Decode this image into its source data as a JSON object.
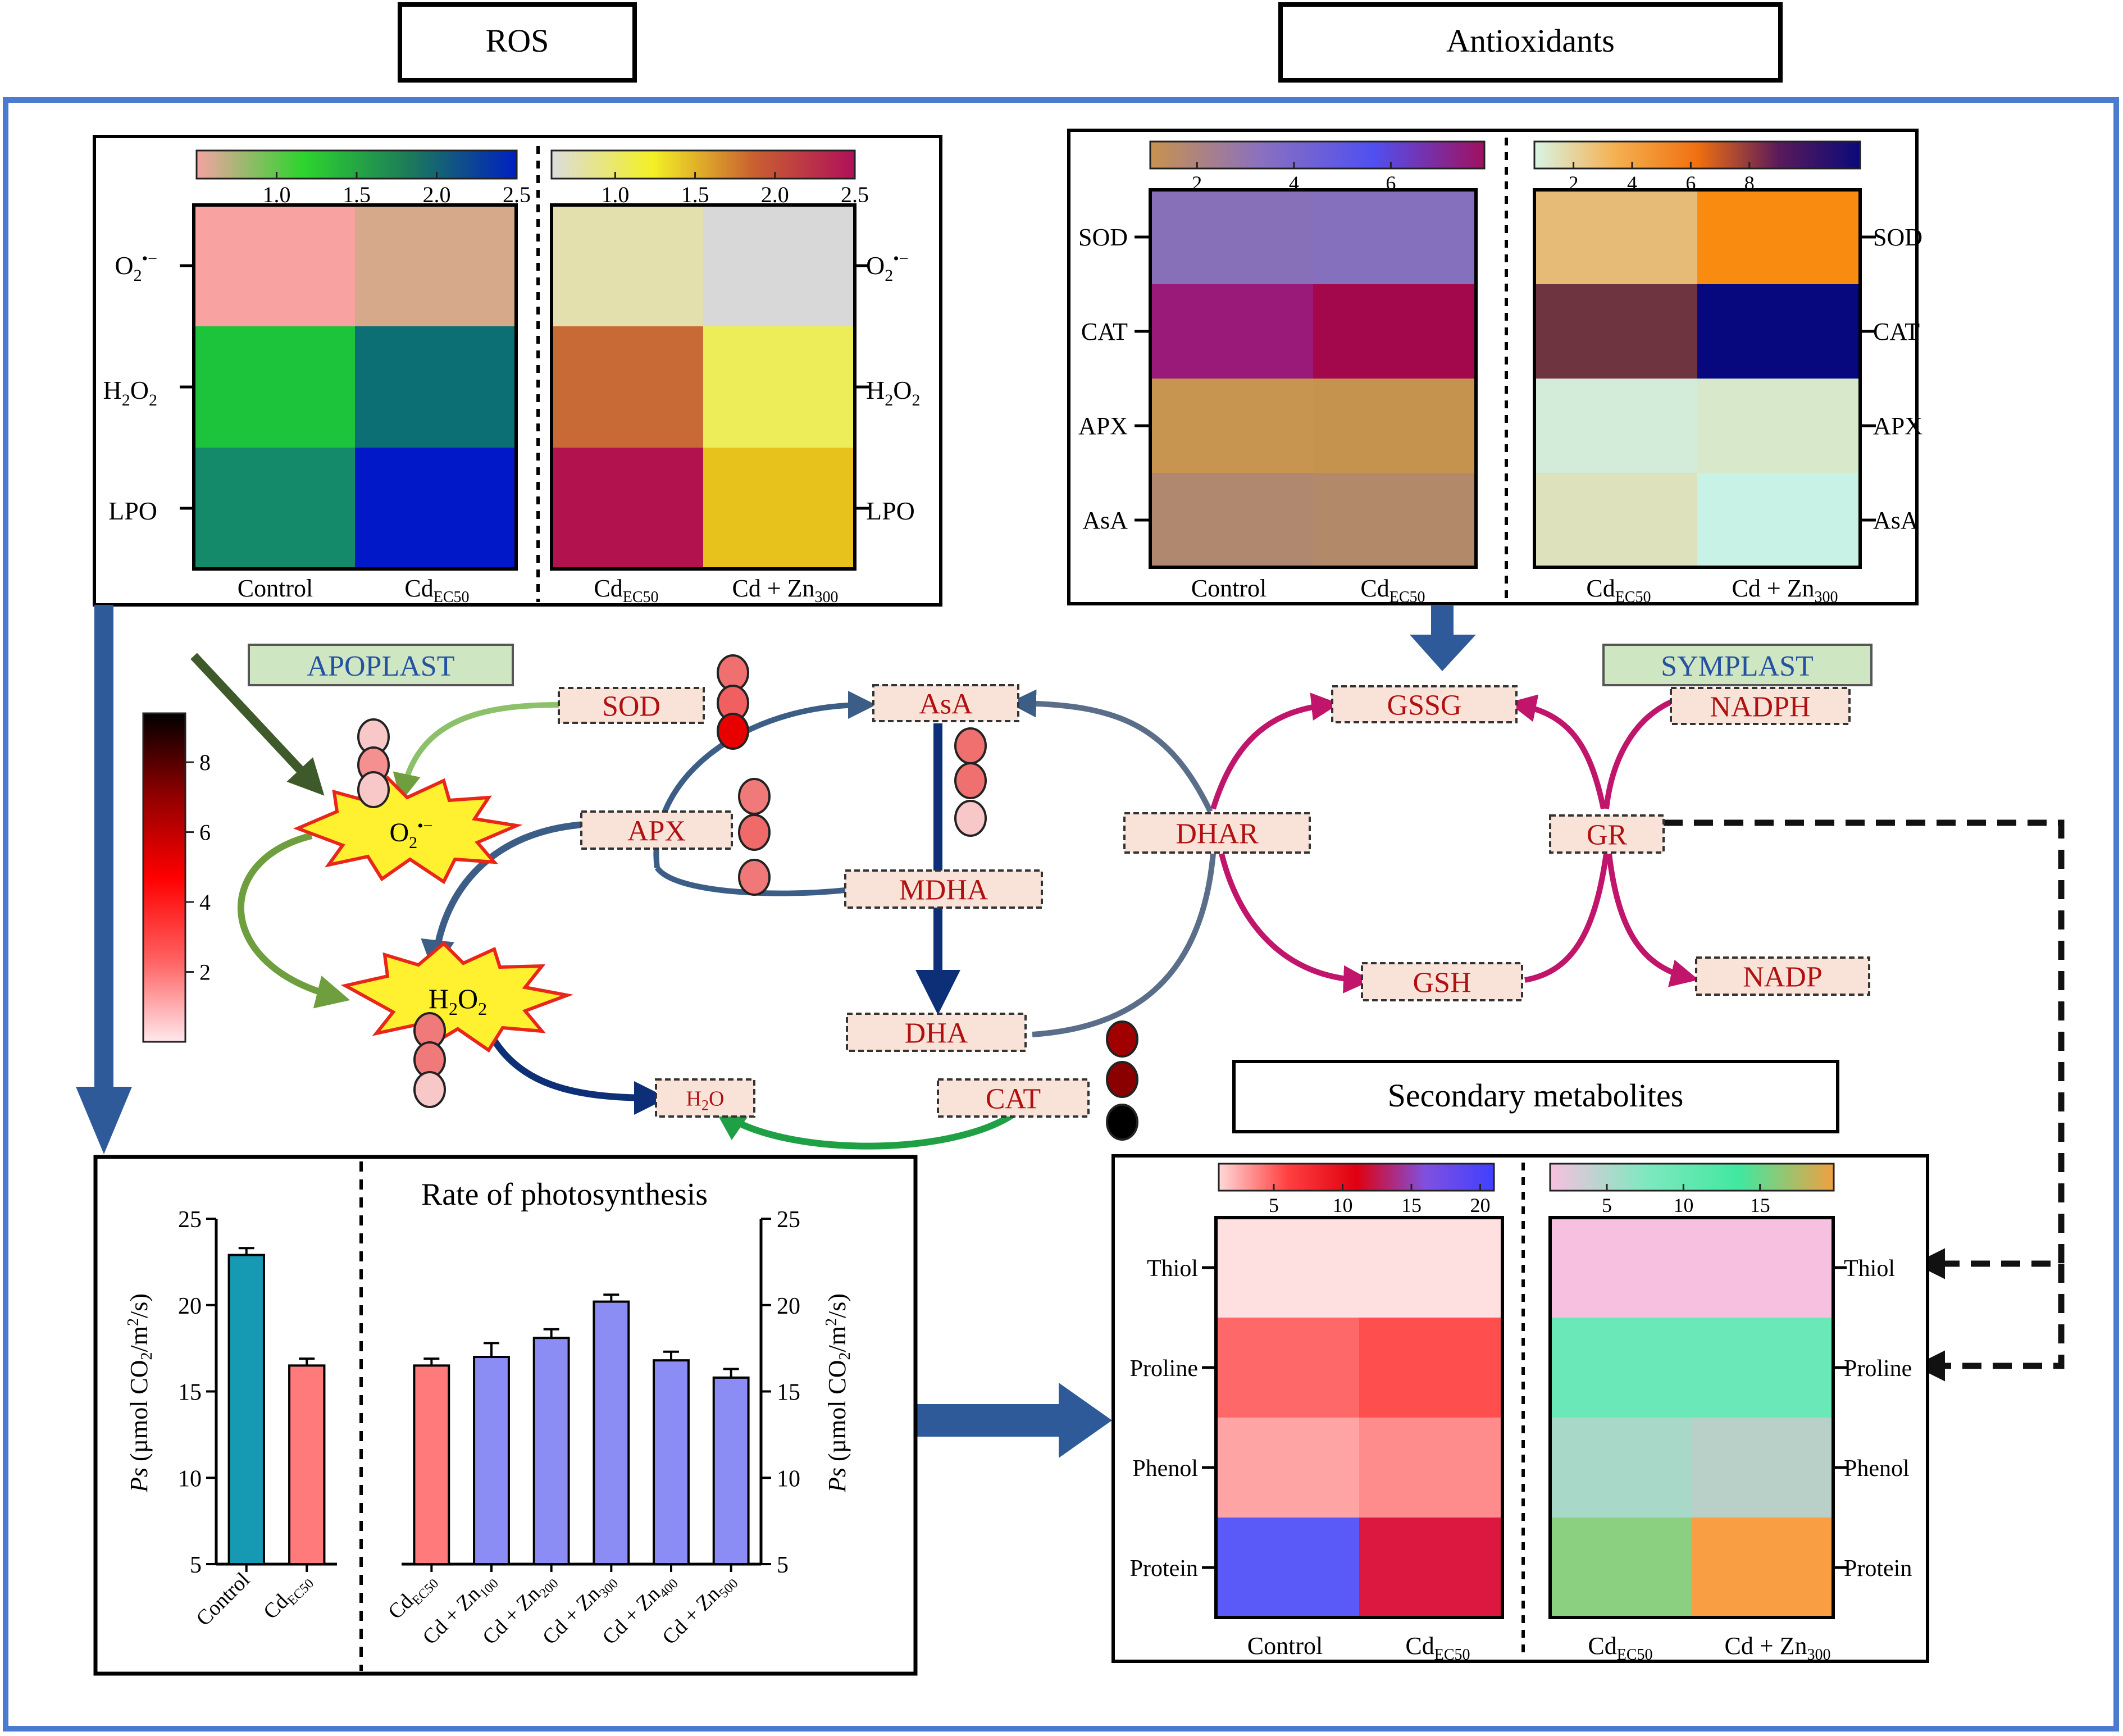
{
  "colors": {
    "frame_blue": "#4a7bd0",
    "arrow_blue": "#2f5a99",
    "enzyme_red": "#b01010",
    "enzyme_fill": "#f9e3d8",
    "region_fill": "#cfe6c3",
    "region_text": "#2452a0",
    "gr_pink": "#c0156a",
    "cycle_blue": "#3c5e86",
    "bar_teal": "#169ab3",
    "bar_salmon": "#ff7b7b",
    "bar_periwinkle": "#8c8cf5"
  },
  "headers": {
    "ros": "ROS",
    "antioxidants": "Antioxidants",
    "secondary": "Secondary metabolites"
  },
  "regions": {
    "apoplast": "APOPLAST",
    "symplast": "SYMPLAST"
  },
  "ros_panel": {
    "rows": [
      "O2•−",
      "H2O2",
      "LPO"
    ],
    "left_scale": {
      "ticks": [
        "1.0",
        "1.5",
        "2.0",
        "2.5"
      ],
      "colors": [
        "#f5a3a3",
        "#2dd42d",
        "#1c7a5a",
        "#0020c0"
      ]
    },
    "right_scale": {
      "ticks": [
        "1.0",
        "1.5",
        "2.0",
        "2.5"
      ],
      "colors": [
        "#dcdcdc",
        "#f3f025",
        "#c96030",
        "#b0105a"
      ]
    },
    "left_cols": [
      "Control",
      "CdEC50"
    ],
    "right_cols": [
      "CdEC50",
      "Cd + Zn300"
    ],
    "left_cells": [
      [
        "#f8a2a2",
        "#d5a98a"
      ],
      [
        "#1bc43a",
        "#0c6f73"
      ],
      [
        "#158a6a",
        "#0018c8"
      ]
    ],
    "right_cells": [
      [
        "#e3e0ae",
        "#d8d8d8"
      ],
      [
        "#c86a35",
        "#eded5a"
      ],
      [
        "#b2124e",
        "#e8c21c"
      ]
    ]
  },
  "antiox_panel": {
    "rows": [
      "SOD",
      "CAT",
      "APX",
      "AsA"
    ],
    "left_scale": {
      "ticks": [
        "2",
        "4",
        "6"
      ],
      "colors": [
        "#c8924e",
        "#8a70c0",
        "#5050f0",
        "#a01060"
      ]
    },
    "right_scale": {
      "ticks": [
        "2",
        "4",
        "6",
        "8"
      ],
      "colors": [
        "#d8f5e5",
        "#f5b050",
        "#f07010",
        "#5a1a5a",
        "#0a0a7a"
      ]
    },
    "left_cols": [
      "Control",
      "CdEC50"
    ],
    "right_cols": [
      "CdEC50",
      "Cd + Zn300"
    ],
    "left_cells": [
      [
        "#8870b8",
        "#8470bc"
      ],
      [
        "#9a1a7a",
        "#a3084c"
      ],
      [
        "#c79550",
        "#c6934e"
      ],
      [
        "#b08870",
        "#b28a6a"
      ]
    ],
    "right_cells": [
      [
        "#e6bb78",
        "#f98c10"
      ],
      [
        "#6e3440",
        "#07087d"
      ],
      [
        "#d3ecda",
        "#d7e8cb"
      ],
      [
        "#dde2bd",
        "#c8f2e6"
      ]
    ]
  },
  "secondary_panel": {
    "rows": [
      "Thiol",
      "Proline",
      "Phenol",
      "Protein"
    ],
    "left_scale": {
      "ticks": [
        "5",
        "10",
        "15",
        "20"
      ],
      "colors": [
        "#ffd8d8",
        "#ff4040",
        "#e00010",
        "#8050e0",
        "#4040ff"
      ]
    },
    "right_scale": {
      "ticks": [
        "5",
        "10",
        "15"
      ],
      "colors": [
        "#f8c0e0",
        "#80e8c0",
        "#40e8a0",
        "#f0a040"
      ]
    },
    "left_cols": [
      "Control",
      "CdEC50"
    ],
    "right_cols": [
      "CdEC50",
      "Cd + Zn300"
    ],
    "left_cells": [
      [
        "#ffe0e0",
        "#ffe0e0"
      ],
      [
        "#ff6868",
        "#ff4e4e"
      ],
      [
        "#ffa4a4",
        "#ff8c8c"
      ],
      [
        "#5a5af8",
        "#dc1840"
      ]
    ],
    "right_cells": [
      [
        "#f8c0e0",
        "#f8c0e0"
      ],
      [
        "#6ae8b8",
        "#6ae8b8"
      ],
      [
        "#a8d8c8",
        "#b8d0c8"
      ],
      [
        "#8ad080",
        "#fa9e44"
      ]
    ]
  },
  "legend_bar": {
    "ticks": [
      "2",
      "4",
      "6",
      "8"
    ],
    "colors": [
      "#ffe8ec",
      "#ff6060",
      "#ff0000",
      "#900000",
      "#000000"
    ]
  },
  "pathway": {
    "enzymes": {
      "sod": "SOD",
      "apx": "APX",
      "asa": "AsA",
      "mdha": "MDHA",
      "dha": "DHA",
      "cat": "CAT",
      "h2o": "H2O",
      "dhar": "DHAR",
      "gssg": "GSSG",
      "nadph": "NADPH",
      "gr": "GR",
      "gsh": "GSH",
      "nadp": "NADP"
    },
    "burst_o2": "O2•−",
    "burst_h2o2": "H2O2"
  },
  "photo_panel": {
    "title": "Rate of photosynthesis",
    "ylabel": "Ps (µmol CO2/m²/s)"
  },
  "chart_data": [
    {
      "type": "bar",
      "categories": [
        "Control",
        "CdEC50"
      ],
      "values": [
        22.9,
        16.5
      ],
      "errors": [
        0.4,
        0.4
      ],
      "ylabel": "Ps (µmol CO2/m²/s)",
      "ylim": [
        5,
        25
      ],
      "yticks": [
        5,
        10,
        15,
        20,
        25
      ]
    },
    {
      "type": "bar",
      "title": "Rate of photosynthesis",
      "categories": [
        "CdEC50",
        "Cd + Zn100",
        "Cd + Zn200",
        "Cd + Zn300",
        "Cd + Zn400",
        "Cd + Zn500"
      ],
      "values": [
        16.5,
        17.0,
        18.1,
        20.2,
        16.8,
        15.8
      ],
      "errors": [
        0.4,
        0.8,
        0.5,
        0.4,
        0.5,
        0.5
      ],
      "ylabel": "Ps (µmol CO2/m²/s)",
      "ylim": [
        5,
        25
      ],
      "yticks": [
        5,
        10,
        15,
        20,
        25
      ]
    }
  ]
}
